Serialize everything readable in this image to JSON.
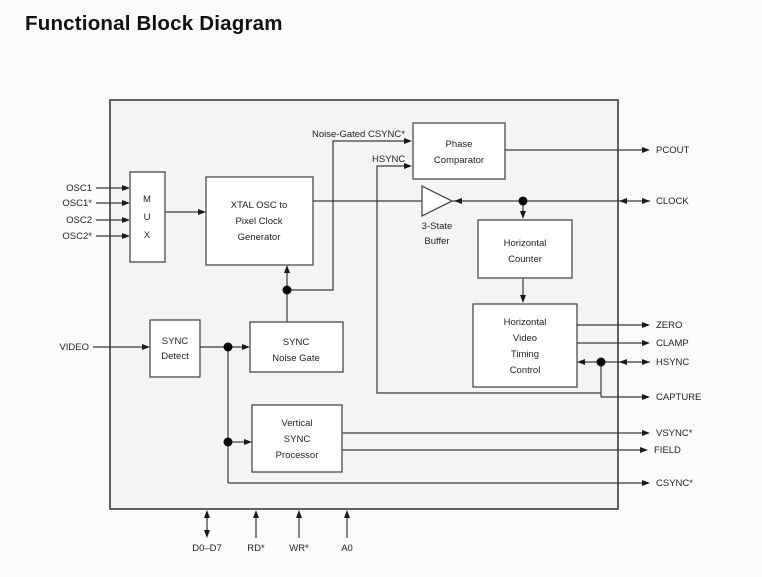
{
  "title": "Functional Block Diagram",
  "colors": {
    "line": "#3a3a3a",
    "text": "#1f1f1f",
    "outer_box_fill": "#f4f4f4",
    "block_fill": "#ffffff",
    "page_background": "#fbfbfb"
  },
  "blocks": {
    "mux": {
      "name": "MUX",
      "letters": [
        "M",
        "U",
        "X"
      ]
    },
    "xtal_osc": {
      "lines": [
        "XTAL OSC to",
        "Pixel Clock",
        "Generator"
      ]
    },
    "phase_comparator": {
      "lines": [
        "Phase",
        "Comparator"
      ]
    },
    "tristate_buffer": {
      "lines": [
        "3-State",
        "Buffer"
      ]
    },
    "horizontal_counter": {
      "lines": [
        "Horizontal",
        "Counter"
      ]
    },
    "horizontal_video_timing_control": {
      "lines": [
        "Horizontal",
        "Video",
        "Timing",
        "Control"
      ]
    },
    "sync_detect": {
      "lines": [
        "SYNC",
        "Detect"
      ]
    },
    "sync_noise_gate": {
      "lines": [
        "SYNC",
        "Noise Gate"
      ]
    },
    "vertical_sync_processor": {
      "lines": [
        "Vertical",
        "SYNC",
        "Processor"
      ]
    }
  },
  "signals": {
    "noise_gated_csync": "Noise-Gated CSYNC*",
    "hsync_internal": "HSYNC"
  },
  "pins": {
    "left": [
      {
        "label": "OSC1",
        "direction": "in"
      },
      {
        "label": "OSC1*",
        "direction": "in"
      },
      {
        "label": "OSC2",
        "direction": "in"
      },
      {
        "label": "OSC2*",
        "direction": "in"
      },
      {
        "label": "VIDEO",
        "direction": "in"
      }
    ],
    "right": [
      {
        "label": "PCOUT",
        "direction": "out"
      },
      {
        "label": "CLOCK",
        "direction": "bidirectional"
      },
      {
        "label": "ZERO",
        "direction": "out"
      },
      {
        "label": "CLAMP",
        "direction": "out"
      },
      {
        "label": "HSYNC",
        "direction": "bidirectional"
      },
      {
        "label": "CAPTURE",
        "direction": "out"
      },
      {
        "label": "VSYNC*",
        "direction": "out"
      },
      {
        "label": "FIELD",
        "direction": "out"
      },
      {
        "label": "CSYNC*",
        "direction": "out"
      }
    ],
    "bottom": [
      {
        "label": "D0–D7",
        "direction": "bidirectional"
      },
      {
        "label": "RD*",
        "direction": "in"
      },
      {
        "label": "WR*",
        "direction": "in"
      },
      {
        "label": "A0",
        "direction": "in"
      }
    ]
  }
}
